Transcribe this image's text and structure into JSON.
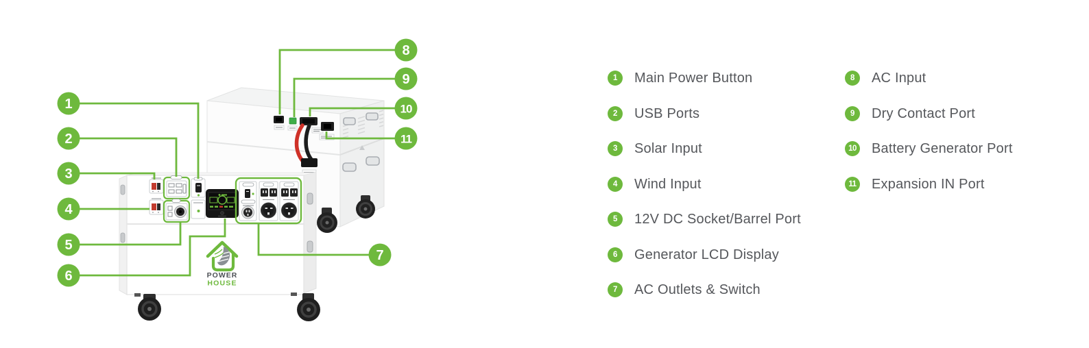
{
  "colors": {
    "accent_green": "#6eb93d",
    "text_color": "#55575b",
    "logo_gray": "#4c5055"
  },
  "callout_numbers": [
    "1",
    "2",
    "3",
    "4",
    "5",
    "6",
    "7",
    "8",
    "9",
    "10",
    "11"
  ],
  "logo": {
    "line1": "POWER",
    "line2": "HOUSE"
  },
  "legend": {
    "columns": [
      {
        "items": [
          {
            "num": "1",
            "label": "Main Power Button"
          },
          {
            "num": "2",
            "label": "USB Ports"
          },
          {
            "num": "3",
            "label": "Solar Input"
          },
          {
            "num": "4",
            "label": "Wind Input"
          },
          {
            "num": "5",
            "label": "12V DC Socket/Barrel Port"
          },
          {
            "num": "6",
            "label": "Generator LCD Display"
          },
          {
            "num": "7",
            "label": "AC Outlets & Switch"
          }
        ]
      },
      {
        "items": [
          {
            "num": "8",
            "label": "AC Input"
          },
          {
            "num": "9",
            "label": "Dry Contact Port"
          },
          {
            "num": "10",
            "label": "Battery Generator Port"
          },
          {
            "num": "11",
            "label": "Expansion IN Port"
          }
        ]
      }
    ]
  }
}
